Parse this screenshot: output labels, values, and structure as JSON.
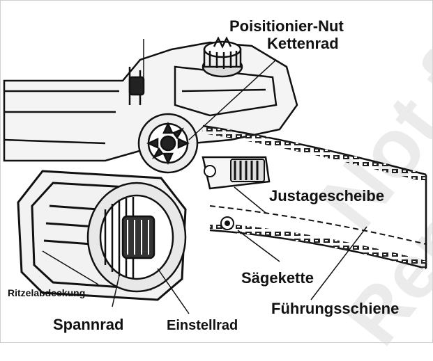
{
  "labels": {
    "positionier_nut": "Poisitionier-Nut",
    "kettenrad": "Kettenrad",
    "justagescheibe": "Justagescheibe",
    "saegekette": "Sägekette",
    "fuehrungsschiene": "Führungsschiene",
    "ritzelabdeckung": "Ritzelabdeckung",
    "spannrad": "Spannrad",
    "einstellrad": "Einstellrad"
  },
  "watermark": {
    "line1": "Not fo",
    "line2": "Rep"
  }
}
